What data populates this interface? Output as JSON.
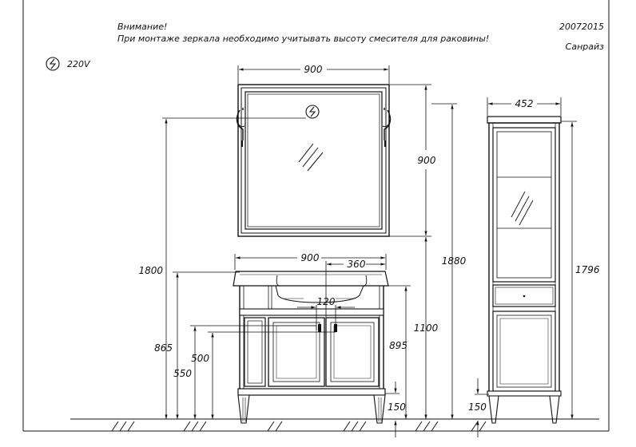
{
  "header": {
    "attention": "Внимание!",
    "note": "При монтаже зеркала необходимо учитывать высоту смесителя для раковины!",
    "code": "20072015",
    "product": "Санрайз"
  },
  "power": {
    "voltage": "220V",
    "icon": "lightning-socket-icon"
  },
  "dimensions": {
    "mirror_width": "900",
    "mirror_height": "900",
    "vanity_width": "900",
    "sink_offset": "360",
    "faucet_spacing": "120",
    "height_1800": "1800",
    "height_1880": "1880",
    "height_1100": "1100",
    "height_895": "895",
    "height_865": "865",
    "height_550": "550",
    "height_500": "500",
    "leg_150_vanity": "150",
    "cabinet_width": "452",
    "cabinet_height": "1796",
    "leg_150_cabinet": "150"
  },
  "colors": {
    "line": "#111111",
    "frame": "#222222",
    "background": "#ffffff"
  }
}
